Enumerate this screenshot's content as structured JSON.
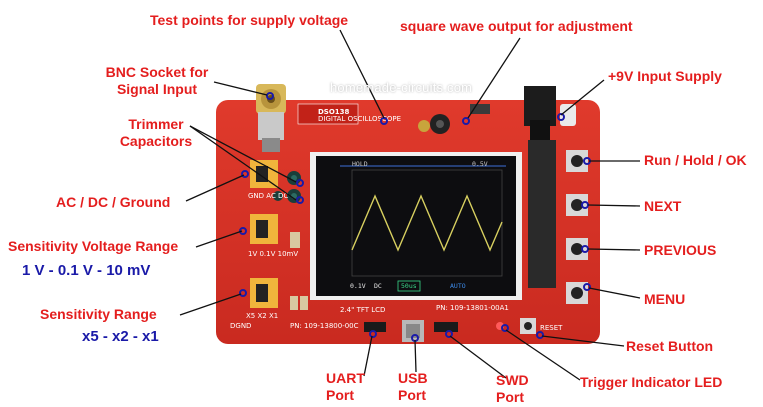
{
  "watermark": "homemade-circuits.com",
  "board": {
    "model": "DSO138",
    "subtitle": "DIGITAL OSCILLOSCOPE",
    "lcd_label": "2.4\" TFT LCD",
    "switch_label_1": "GND AC DC",
    "switch_label_2": "1V 0.1V 10mV",
    "switch_label_3": "X5 X2 X1",
    "pn_1": "PN: 109-13800-00C",
    "pn_2": "PN: 109-13801-00A1",
    "dgnd": "DGND",
    "reset": "RESET"
  },
  "screen": {
    "top_left": "HOLD",
    "top_right": "0.5V",
    "bottom": [
      "0.1V",
      "DC",
      "50us",
      "AUTO"
    ]
  },
  "labels": {
    "test_points": "Test points for supply voltage",
    "square_wave": "square wave output for adjustment",
    "bnc_line1": "BNC Socket for",
    "bnc_line2": "Signal Input",
    "input_supply": "+9V Input Supply",
    "trimmer_line1": "Trimmer",
    "trimmer_line2": "Capacitors",
    "run_hold": "Run / Hold / OK",
    "ac_dc": "AC / DC / Ground",
    "next": "NEXT",
    "sens_voltage": "Sensitivity Voltage Range",
    "sens_voltage_values": "1 V - 0.1 V - 10 mV",
    "previous": "PREVIOUS",
    "sens_range": "Sensitivity Range",
    "sens_range_values": "x5 - x2 - x1",
    "menu": "MENU",
    "reset_button": "Reset Button",
    "uart_line1": "UART",
    "uart_line2": "Port",
    "usb_line1": "USB",
    "usb_line2": "Port",
    "swd_line1": "SWD",
    "swd_line2": "Port",
    "trigger_led": "Trigger Indicator LED"
  }
}
